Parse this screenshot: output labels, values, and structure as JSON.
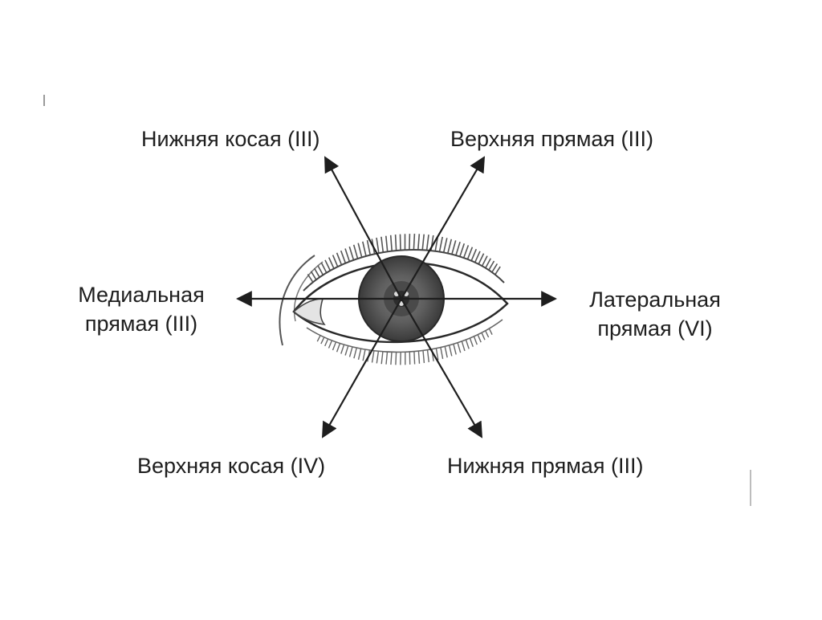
{
  "diagram": {
    "labels": {
      "upper_left": "Нижняя косая (III)",
      "upper_right": "Верхняя прямая (III)",
      "medial_line1": "Медиальная",
      "medial_line2": "прямая (III)",
      "lateral_line1": "Латеральная",
      "lateral_line2": "прямая (VI)",
      "lower_left": "Верхняя косая (IV)",
      "lower_right": "Нижняя прямая (III)"
    },
    "colors": {
      "ink": "#1e1e1e",
      "iris": "#5a5a5a",
      "background": "#ffffff"
    }
  }
}
